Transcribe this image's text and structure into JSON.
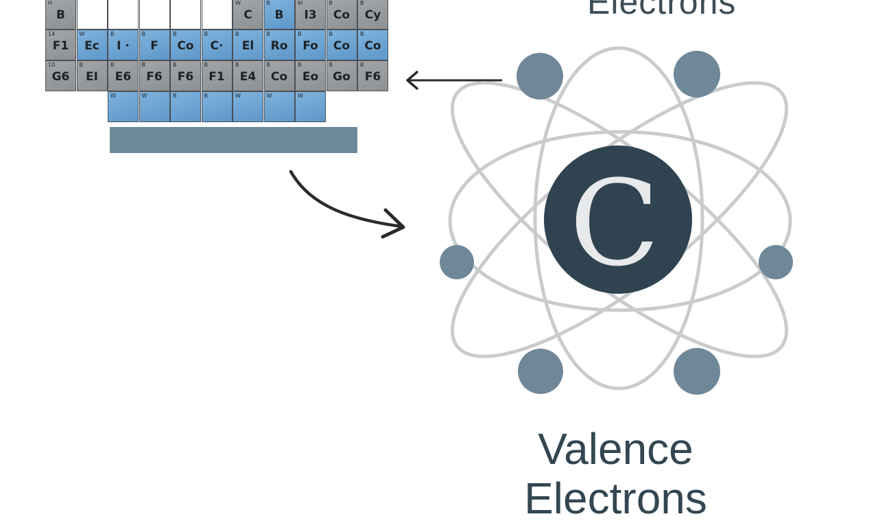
{
  "labels": {
    "top": "Electrons",
    "bottom_line1": "Valence",
    "bottom_line2": "Electrons",
    "nucleus": "C"
  },
  "periodic_table": {
    "row1": [
      {
        "col": 0,
        "num": "H",
        "sym": "B",
        "tone": "gray"
      },
      {
        "col": 1,
        "tone": "blank"
      },
      {
        "col": 2,
        "tone": "blank"
      },
      {
        "col": 3,
        "tone": "blank"
      },
      {
        "col": 4,
        "tone": "blank"
      },
      {
        "col": 5,
        "tone": "blank"
      },
      {
        "col": 6,
        "num": "W",
        "sym": "C",
        "tone": "gray"
      },
      {
        "col": 7,
        "num": "B",
        "sym": "B",
        "tone": "blue"
      },
      {
        "col": 8,
        "num": "6I",
        "sym": "I3",
        "tone": "gray"
      },
      {
        "col": 9,
        "num": "B",
        "sym": "Co",
        "tone": "gray"
      },
      {
        "col": 10,
        "num": "B",
        "sym": "Cy",
        "tone": "gray"
      }
    ],
    "row2": [
      {
        "col": 0,
        "num": "14",
        "sym": "F1",
        "tone": "gray"
      },
      {
        "col": 1,
        "num": "W",
        "sym": "Ec",
        "tone": "blue"
      },
      {
        "col": 2,
        "num": "B",
        "sym": "I ·",
        "tone": "blue"
      },
      {
        "col": 3,
        "num": "B",
        "sym": "F",
        "tone": "blue"
      },
      {
        "col": 4,
        "num": "B",
        "sym": "Co",
        "tone": "blue"
      },
      {
        "col": 5,
        "num": "B",
        "sym": "C·",
        "tone": "blue"
      },
      {
        "col": 6,
        "num": "B",
        "sym": "El",
        "tone": "blue"
      },
      {
        "col": 7,
        "num": "B",
        "sym": "Ro",
        "tone": "blue"
      },
      {
        "col": 8,
        "num": "B",
        "sym": "Fo",
        "tone": "blue"
      },
      {
        "col": 9,
        "num": "B",
        "sym": "Co",
        "tone": "blue"
      },
      {
        "col": 10,
        "num": "B",
        "sym": "Co",
        "tone": "blue"
      }
    ],
    "row3": [
      {
        "col": 0,
        "num": "10",
        "sym": "G6",
        "tone": "gray"
      },
      {
        "col": 1,
        "num": "B",
        "sym": "EI",
        "tone": "gray"
      },
      {
        "col": 2,
        "num": "B",
        "sym": "E6",
        "tone": "gray"
      },
      {
        "col": 3,
        "num": "B",
        "sym": "F6",
        "tone": "gray"
      },
      {
        "col": 4,
        "num": "B",
        "sym": "F6",
        "tone": "gray"
      },
      {
        "col": 5,
        "num": "B",
        "sym": "F1",
        "tone": "gray"
      },
      {
        "col": 6,
        "num": "B",
        "sym": "E4",
        "tone": "gray"
      },
      {
        "col": 7,
        "num": "B",
        "sym": "Co",
        "tone": "gray"
      },
      {
        "col": 8,
        "num": "B",
        "sym": "Eo",
        "tone": "gray"
      },
      {
        "col": 9,
        "num": "B",
        "sym": "Go",
        "tone": "gray"
      },
      {
        "col": 10,
        "num": "B",
        "sym": "F6",
        "tone": "gray"
      }
    ],
    "row4": [
      {
        "col": 2,
        "num": "W",
        "tone": "blue"
      },
      {
        "col": 3,
        "num": "W",
        "tone": "blue"
      },
      {
        "col": 4,
        "num": "B",
        "tone": "blue"
      },
      {
        "col": 5,
        "num": "B",
        "tone": "blue"
      },
      {
        "col": 6,
        "num": "W",
        "tone": "blue"
      },
      {
        "col": 7,
        "num": "W",
        "tone": "blue"
      },
      {
        "col": 8,
        "num": "W",
        "tone": "blue"
      }
    ]
  },
  "colors": {
    "nucleus": "#2f4450",
    "electron": "#6f8899",
    "orbit": "#c9cbcd",
    "arrow": "#2b2b2b"
  }
}
